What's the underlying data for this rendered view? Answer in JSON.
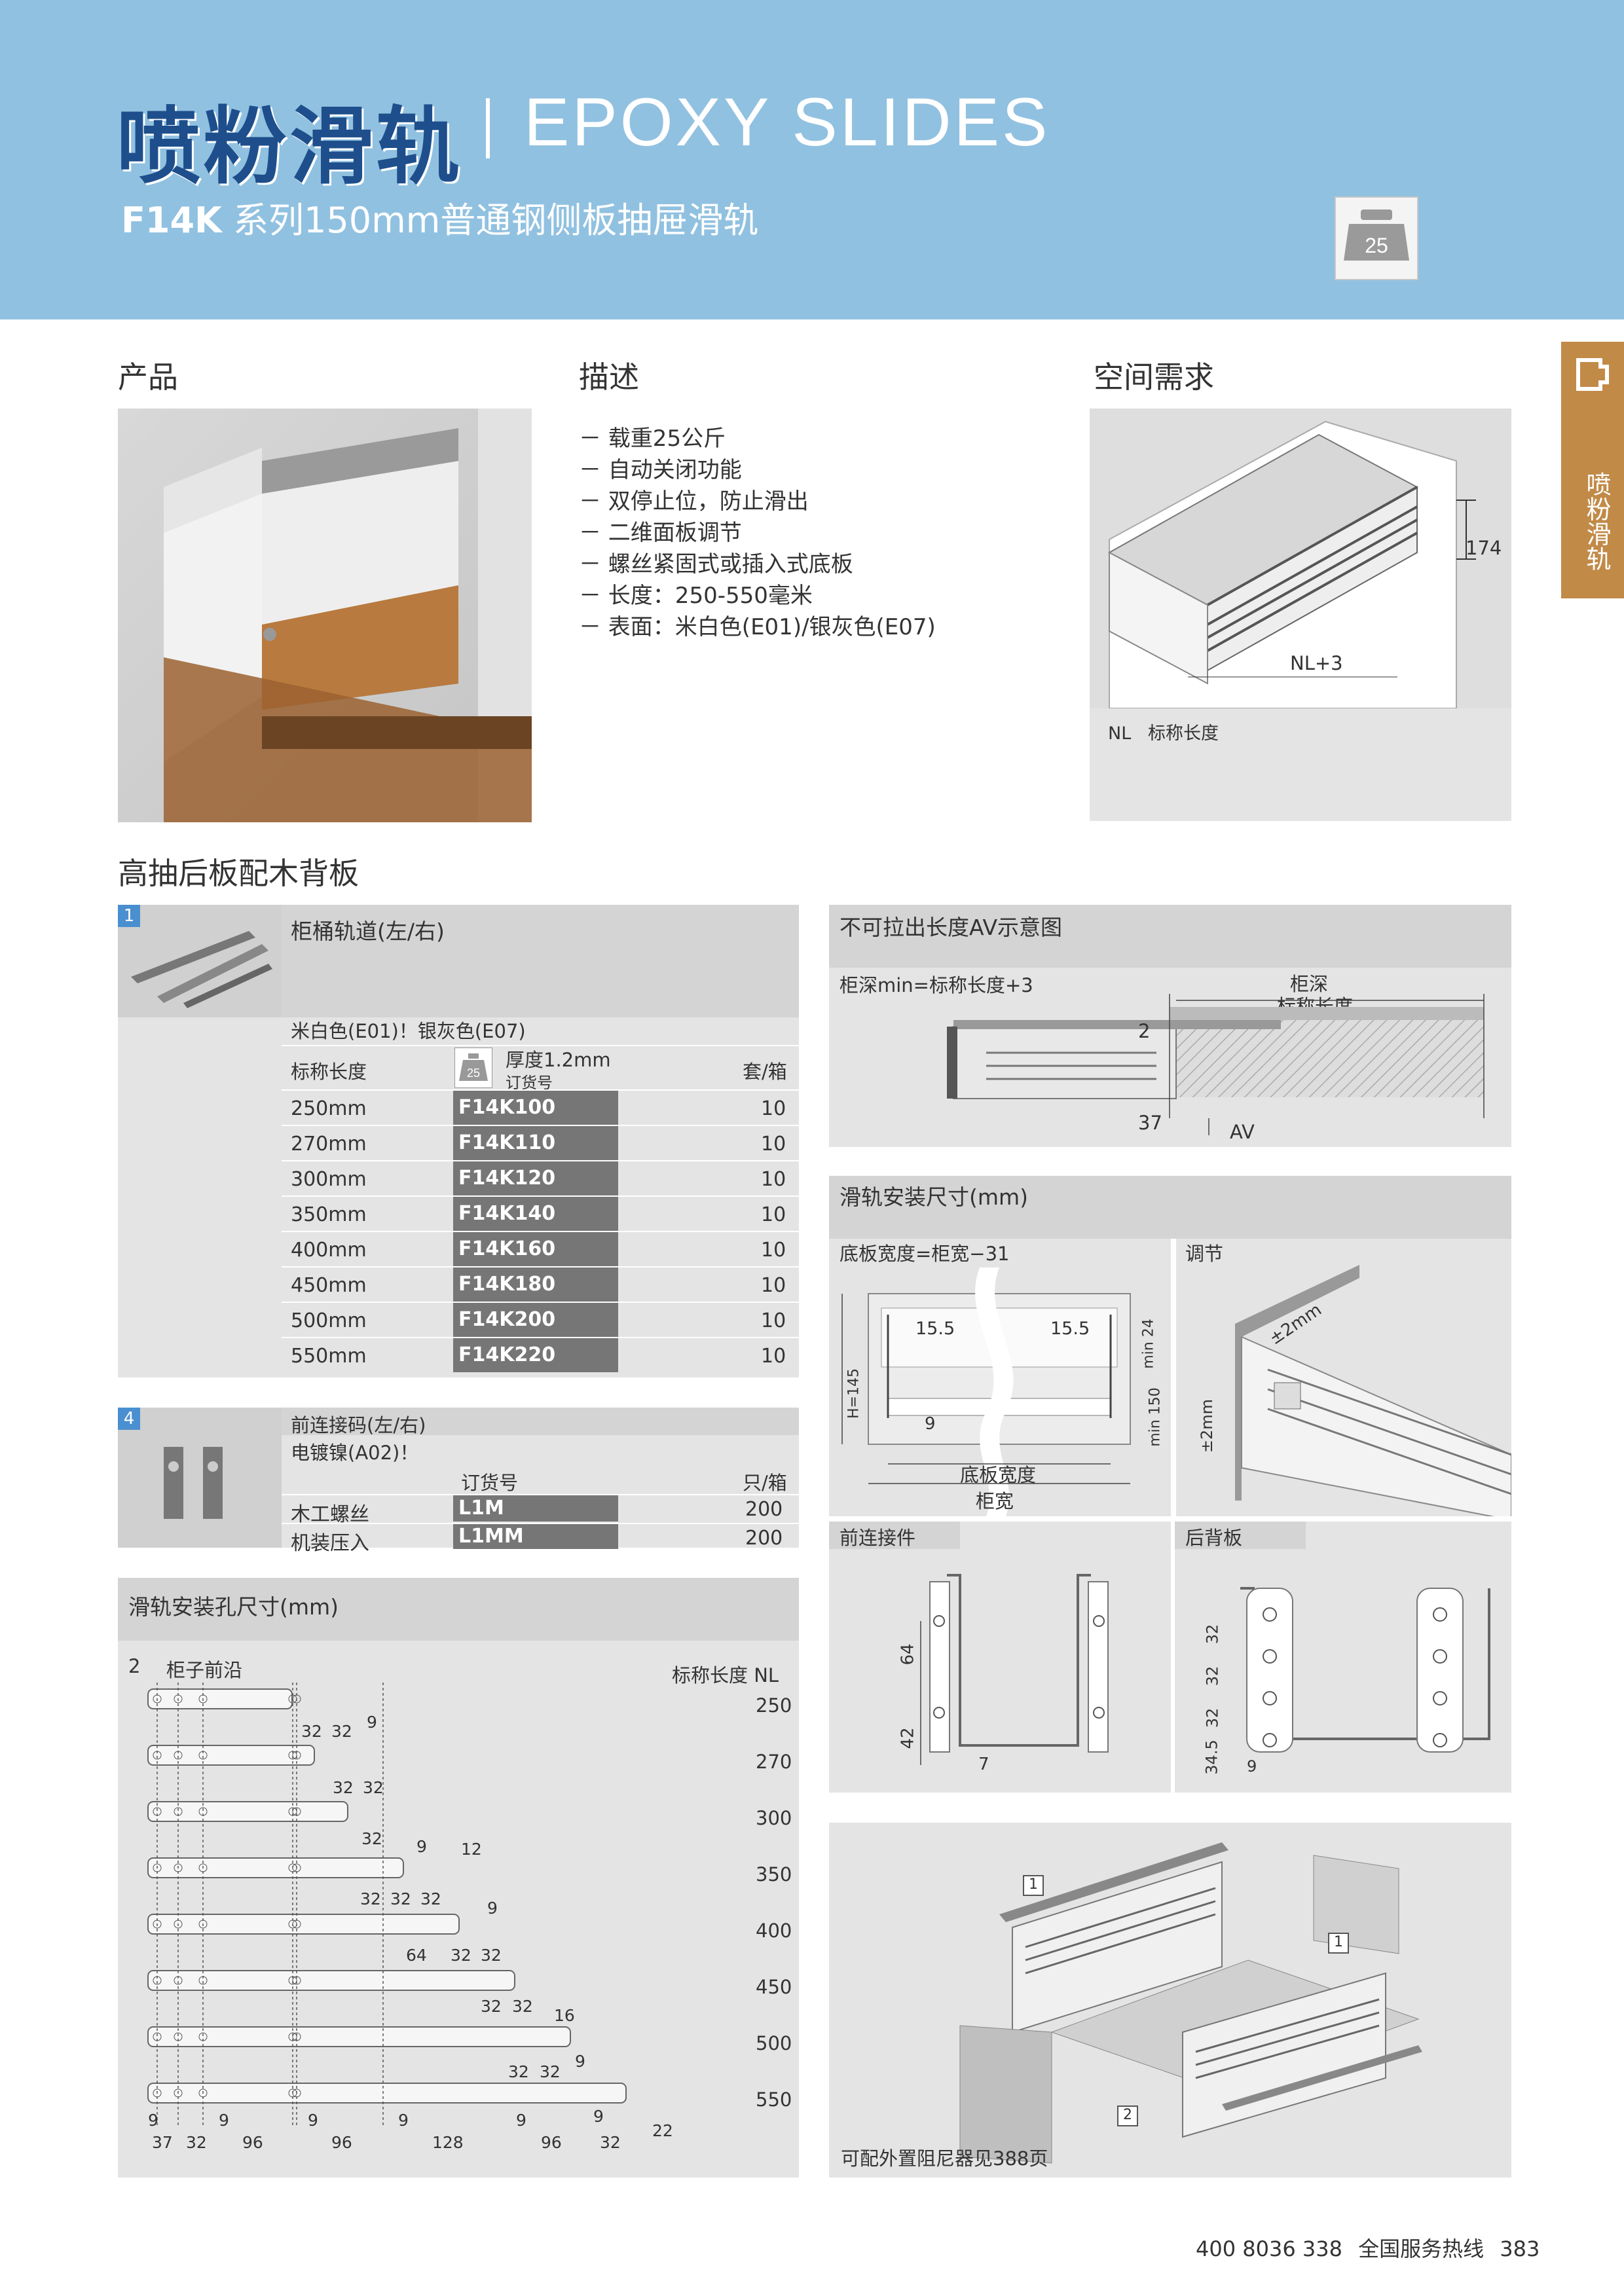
{
  "header": {
    "title_cn": "喷粉滑轨",
    "title_en": "EPOXY SLIDES",
    "subtitle_series": "F14K",
    "subtitle_text": "系列150mm普通钢侧板抽屉滑轨",
    "load_badge": "25"
  },
  "side_tab": "喷粉滑轨",
  "sections": {
    "product": "产品",
    "description": "描述",
    "space": "空间需求",
    "high_drawer": "高抽后板配木背板"
  },
  "description_items": [
    "－ 载重25公斤",
    "－ 自动关闭功能",
    "－ 双停止位，防止滑出",
    "－ 二维面板调节",
    "－ 螺丝紧固式或插入式底板",
    "－ 长度：250-550毫米",
    "－ 表面：米白色(E01)/银灰色(E07)"
  ],
  "space_diagram": {
    "dim_174": "174",
    "dim_nl": "NL+3",
    "caption": "NL   标称长度"
  },
  "table1": {
    "index": "1",
    "title": "柜桶轨道(左/右)",
    "color_note": "米白色(E01)！银灰色(E07)",
    "col_length": "标称长度",
    "col_thickness": "厚度1.2mm",
    "col_order": "订货号",
    "col_qty": "套/箱",
    "badge": "25",
    "rows": [
      {
        "len": "250mm",
        "code": "F14K100",
        "qty": "10"
      },
      {
        "len": "270mm",
        "code": "F14K110",
        "qty": "10"
      },
      {
        "len": "300mm",
        "code": "F14K120",
        "qty": "10"
      },
      {
        "len": "350mm",
        "code": "F14K140",
        "qty": "10"
      },
      {
        "len": "400mm",
        "code": "F14K160",
        "qty": "10"
      },
      {
        "len": "450mm",
        "code": "F14K180",
        "qty": "10"
      },
      {
        "len": "500mm",
        "code": "F14K200",
        "qty": "10"
      },
      {
        "len": "550mm",
        "code": "F14K220",
        "qty": "10"
      }
    ]
  },
  "table4": {
    "index": "4",
    "title": "前连接码(左/右)",
    "finish": "电镀镍(A02)！",
    "col_order": "订货号",
    "col_qty": "只/箱",
    "rows": [
      {
        "name": "木工螺丝",
        "code": "L1M",
        "qty": "200"
      },
      {
        "name": "机装压入",
        "code": "L1MM",
        "qty": "200"
      }
    ]
  },
  "holes": {
    "title": "滑轨安装孔尺寸(mm)",
    "front_label": "柜子前沿",
    "front_num": "2",
    "nl_header": "标称长度  NL",
    "rails": [
      {
        "nl": "250",
        "dims": [
          "32",
          "32",
          "9"
        ]
      },
      {
        "nl": "270",
        "dims": [
          "32",
          "32"
        ]
      },
      {
        "nl": "300",
        "dims": [
          "32",
          "9",
          "12"
        ]
      },
      {
        "nl": "350",
        "dims": [
          "32",
          "32",
          "32",
          "9"
        ]
      },
      {
        "nl": "400",
        "dims": [
          "64",
          "32",
          "32"
        ]
      },
      {
        "nl": "450",
        "dims": [
          "32",
          "32",
          "16"
        ]
      },
      {
        "nl": "500",
        "dims": [
          "32",
          "32",
          "9"
        ]
      },
      {
        "nl": "550",
        "dims": [
          "9",
          "9",
          "9",
          "9",
          "9",
          "9",
          "22"
        ]
      }
    ],
    "bottom_dims": [
      "37",
      "32",
      "96",
      "96",
      "128",
      "96",
      "32"
    ]
  },
  "av": {
    "title": "不可拉出长度AV示意图",
    "formula": "柜深min=标称长度+3",
    "cabinet_depth": "柜深",
    "nominal": "标称长度",
    "d2": "2",
    "d37": "37",
    "av": "AV"
  },
  "install": {
    "title": "滑轨安装尺寸(mm)",
    "bottom_formula": "底板宽度=柜宽−31",
    "adjust": "调节",
    "d155a": "15.5",
    "d155b": "15.5",
    "h145": "H=145",
    "min24": "min 24",
    "min150": "min 150",
    "d9": "9",
    "bottom_width": "底板宽度",
    "cab_width": "柜宽",
    "pm2a": "±2mm",
    "pm2b": "±2mm"
  },
  "front_conn": {
    "title": "前连接件",
    "d64": "64",
    "d42": "42",
    "d7": "7"
  },
  "back_panel": {
    "title": "后背板",
    "dims": [
      "32",
      "32",
      "32",
      "34.5"
    ],
    "d9": "9"
  },
  "explode": {
    "callout1a": "1",
    "callout1b": "1",
    "callout2": "2",
    "note": "可配外置阻尼器见388页"
  },
  "footer": {
    "phone": "400 8036 338",
    "hotline": "全国服务热线",
    "page": "383"
  }
}
